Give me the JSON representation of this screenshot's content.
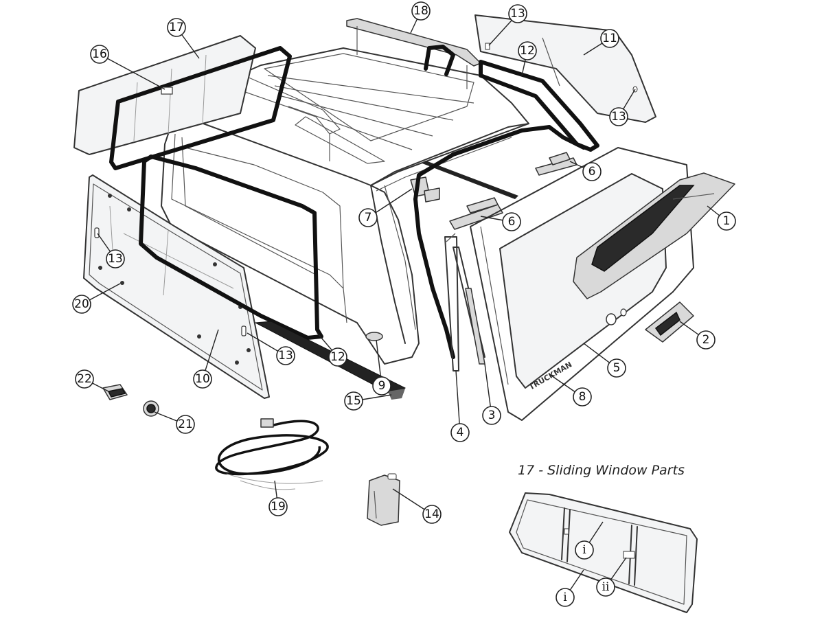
{
  "inset": {
    "title": "17 - Sliding Window Parts"
  },
  "branding": {
    "tailgate_logo": "TRUCKMAN"
  },
  "callouts": [
    {
      "label": "1"
    },
    {
      "label": "2"
    },
    {
      "label": "3"
    },
    {
      "label": "4"
    },
    {
      "label": "5"
    },
    {
      "label": "6"
    },
    {
      "label": "6"
    },
    {
      "label": "7"
    },
    {
      "label": "8"
    },
    {
      "label": "9"
    },
    {
      "label": "10"
    },
    {
      "label": "11"
    },
    {
      "label": "12"
    },
    {
      "label": "12"
    },
    {
      "label": "13"
    },
    {
      "label": "13"
    },
    {
      "label": "13"
    },
    {
      "label": "13"
    },
    {
      "label": "14"
    },
    {
      "label": "15"
    },
    {
      "label": "16"
    },
    {
      "label": "17"
    },
    {
      "label": "18"
    },
    {
      "label": "19"
    },
    {
      "label": "20"
    },
    {
      "label": "21"
    },
    {
      "label": "22"
    },
    {
      "label": "i"
    },
    {
      "label": "i"
    },
    {
      "label": "ii"
    }
  ]
}
